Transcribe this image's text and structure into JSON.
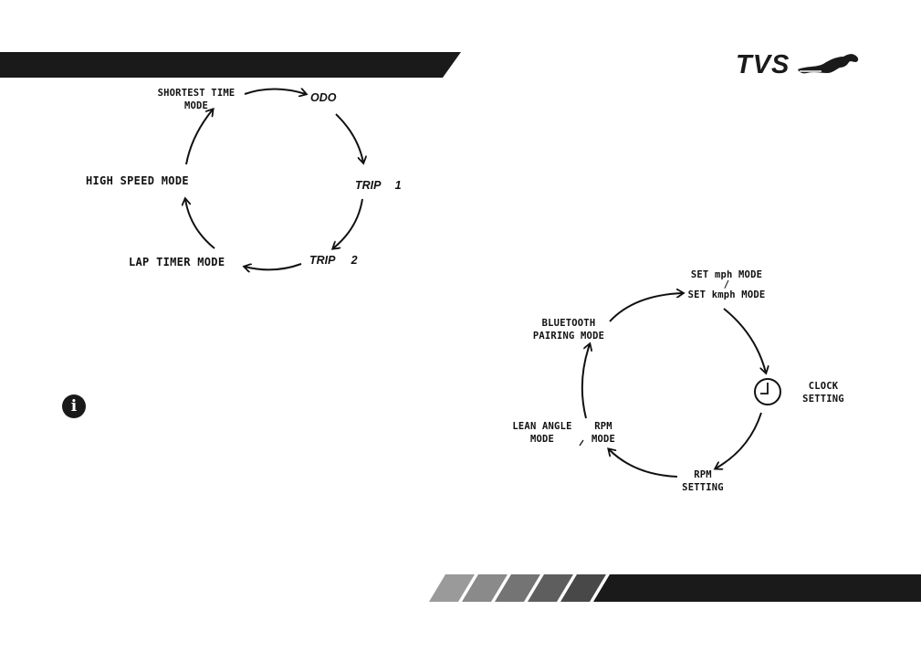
{
  "brand": {
    "logo_text": "TVS"
  },
  "diagram_left": {
    "nodes": {
      "shortest_time_l1": "SHORTEST TIME",
      "shortest_time_l2": "MODE",
      "odo": "ODO",
      "trip1_a": "TRIP",
      "trip1_b": "1",
      "trip2_a": "TRIP",
      "trip2_b": "2",
      "lap_timer": "LAP TIMER MODE",
      "high_speed": "HIGH SPEED MODE"
    }
  },
  "diagram_right": {
    "nodes": {
      "set_mph": "SET mph MODE",
      "slash": "/",
      "set_kmph": "SET kmph MODE",
      "clock_l1": "CLOCK",
      "clock_l2": "SETTING",
      "rpm_setting_l1": "RPM",
      "rpm_setting_l2": "SETTING",
      "rpm_mode_l1": "RPM",
      "rpm_mode_l2": "MODE",
      "lean_l1": "LEAN ANGLE",
      "lean_l2": "MODE",
      "bt_l1": "BLUETOOTH",
      "bt_l2": "PAIRING MODE"
    }
  },
  "icons": {
    "info": "info-icon",
    "clock": "clock-icon",
    "logo_horse": "horse-logo-icon"
  },
  "colors": {
    "band": "#1a1a1a",
    "stripe_light": "#9a9a9a",
    "stripe_mid": "#707070",
    "stripe_dark": "#4a4a4a"
  }
}
